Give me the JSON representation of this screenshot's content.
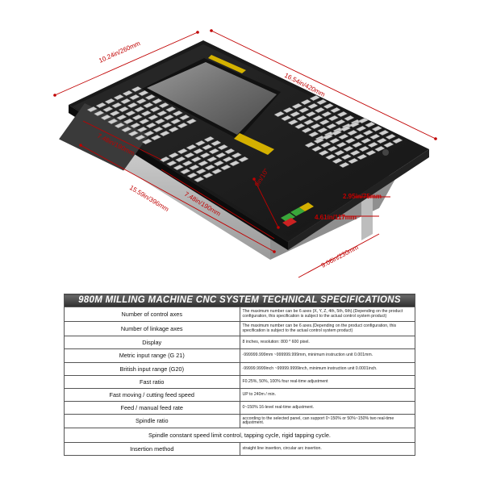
{
  "dimensions": {
    "top_left_edge": "10.24in/260mm",
    "top_right_edge": "16.54in/420mm",
    "left_inner": "7.48in/190mm",
    "left_outer": "15.59in/396mm",
    "bottom_inner": "7.48in/190mm",
    "diagonal": "9in/10\"",
    "right_small": "2.95in/75mm",
    "right_depth": "4.61in/117mm",
    "bottom_right": "9.06in/230mm"
  },
  "table": {
    "title": "980M MILLING MACHINE CNC SYSTEM TECHNICAL SPECIFICATIONS",
    "rows": [
      {
        "label": "Number of control axes",
        "value": "The maximum number can be 6 axes (X, Y, Z, 4th, 5th, 6th).(Depending on the product configuration, this specification is subject to the actual control system product)"
      },
      {
        "label": "Number of linkage axes",
        "value": "The maximum number can be 6 axes.(Depending on the product configuration, this specification is subject to the actual control system product)"
      },
      {
        "label": "Display",
        "value": "8 inches, resolution: 800 * 600 pixel."
      },
      {
        "label": "Metric input range (G 21)",
        "value": "-999999.999mm ~999999.999mm, minimum instruction unit 0.001mm."
      },
      {
        "label": "British input range (G20)",
        "value": "-99999.9999inch ~99999.9999inch, minimum instruction unit 0.0001inch."
      },
      {
        "label": "Fast ratio",
        "value": "F0.25%, 50%, 100% four real-time adjustment"
      },
      {
        "label": "Fast moving / cutting feed speed",
        "value": "UP to 240m / min."
      },
      {
        "label": "Feed / manual feed rate",
        "value": "0~150% 16-level real-time adjustment."
      },
      {
        "label": "Spindle ratio",
        "value": "according to the selected panel, can support 0~150% or 50%~150% two real-time adjustment."
      }
    ],
    "full_row": "Spindle constant speed limit control, tapping cycle, rigid tapping cycle.",
    "last_row": {
      "label": "Insertion method",
      "value": "straight line insertion, circular arc insertion."
    }
  }
}
